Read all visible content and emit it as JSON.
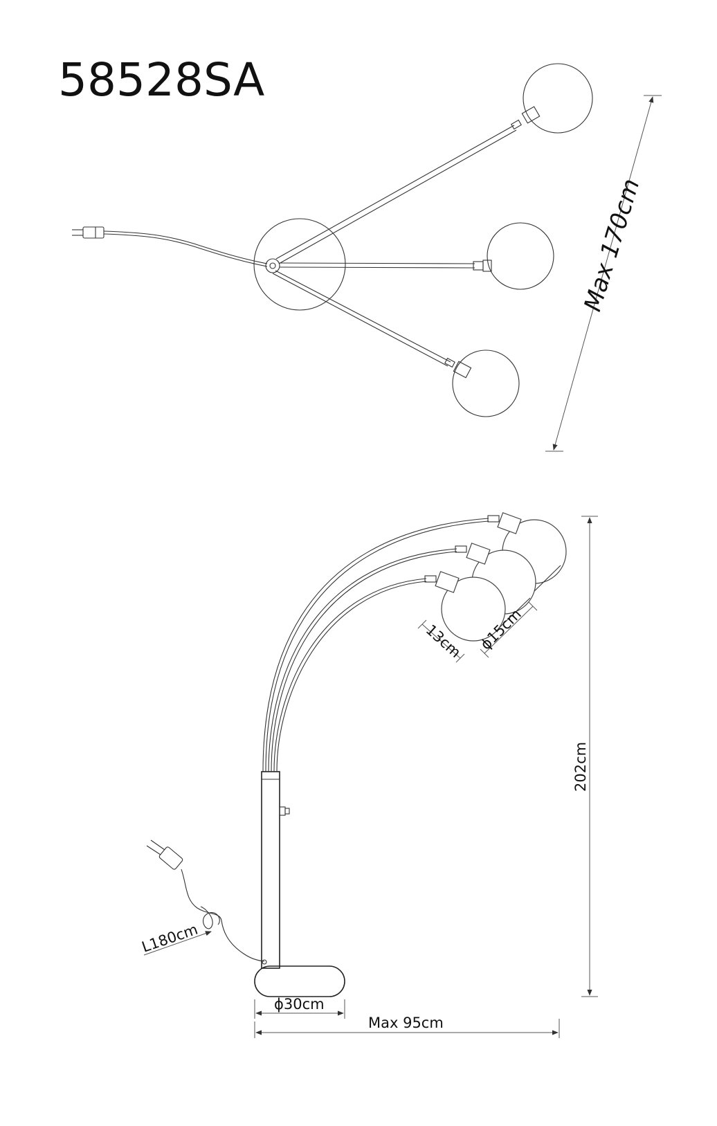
{
  "model_code": "58528SA",
  "dimensions": {
    "max_reach_top": "Max 170cm",
    "height": "202cm",
    "shade_depth": "13cm",
    "shade_diameter": "ϕ15cm",
    "cable_length": "L180cm",
    "base_diameter": "ϕ30cm",
    "max_width": "Max 95cm"
  },
  "colors": {
    "line": "#222222",
    "background": "#ffffff"
  }
}
